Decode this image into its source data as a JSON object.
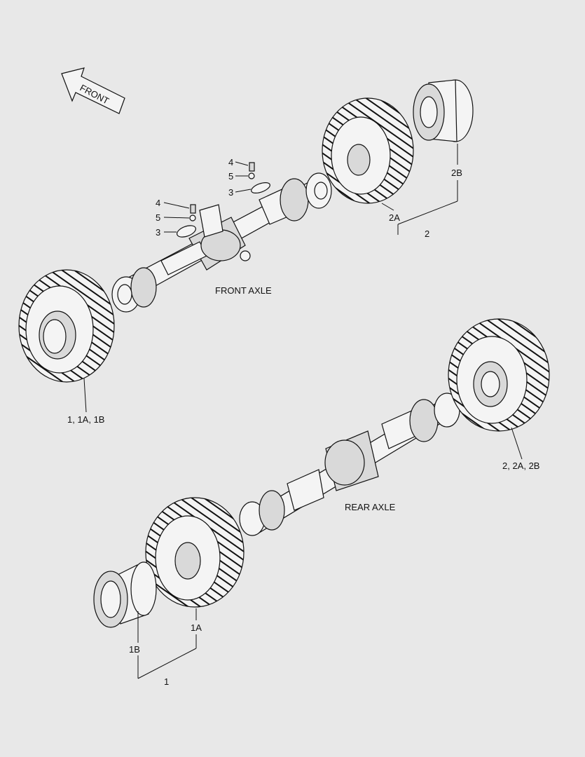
{
  "direction_label": "FRONT",
  "sections": {
    "front_axle": "FRONT AXLE",
    "rear_axle": "REAR AXLE"
  },
  "callouts": {
    "front_left_wheel": "1, 1A, 1B",
    "rear_right_wheel": "2, 2A, 2B",
    "front_wheel_2B": "2B",
    "front_wheel_2A": "2A",
    "front_wheel_2": "2",
    "rear_wheel_1A": "1A",
    "rear_wheel_1B": "1B",
    "rear_wheel_1": "1",
    "cap_upper_4": "4",
    "cap_upper_5": "5",
    "cap_upper_3": "3",
    "cap_lower_4": "4",
    "cap_lower_5": "5",
    "cap_lower_3": "3"
  }
}
